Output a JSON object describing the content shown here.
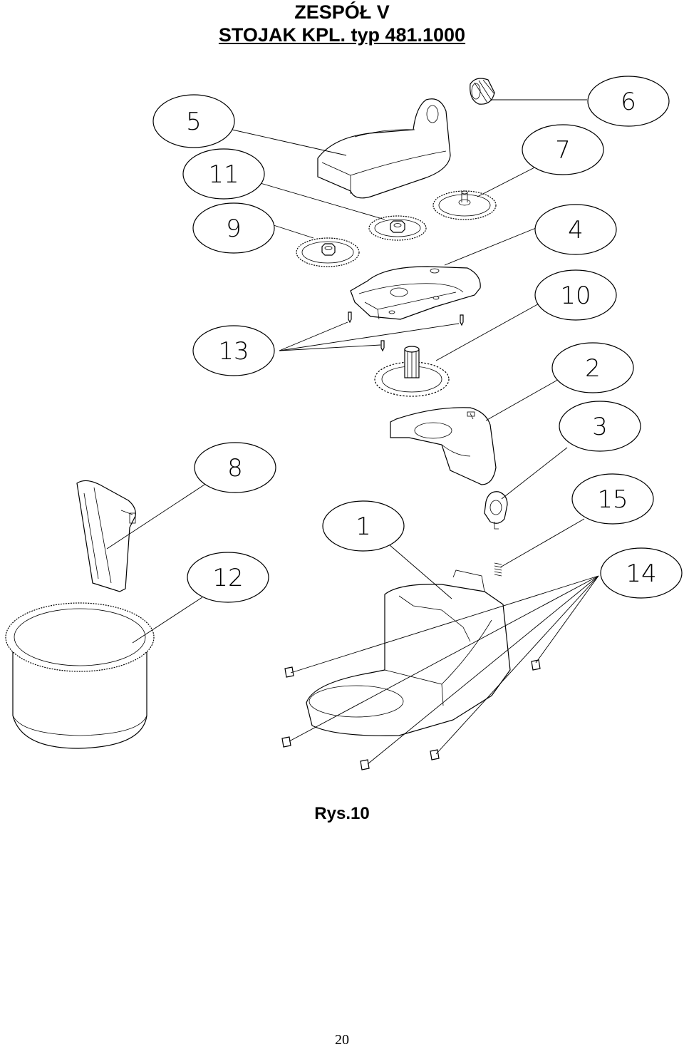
{
  "header": {
    "title_line1": "ZESPÓŁ V",
    "title_line2": "STOJAK  KPL.  typ 481.1000"
  },
  "callouts": [
    {
      "id": "5",
      "label": "5"
    },
    {
      "id": "6",
      "label": "6"
    },
    {
      "id": "7",
      "label": "7"
    },
    {
      "id": "11",
      "label": "11"
    },
    {
      "id": "9",
      "label": "9"
    },
    {
      "id": "4",
      "label": "4"
    },
    {
      "id": "10",
      "label": "10"
    },
    {
      "id": "13",
      "label": "13"
    },
    {
      "id": "2",
      "label": "2"
    },
    {
      "id": "3",
      "label": "3"
    },
    {
      "id": "8",
      "label": "8"
    },
    {
      "id": "15",
      "label": "15"
    },
    {
      "id": "1",
      "label": "1"
    },
    {
      "id": "12",
      "label": "12"
    },
    {
      "id": "14",
      "label": "14"
    }
  ],
  "caption": "Rys.10",
  "page_number": "20"
}
